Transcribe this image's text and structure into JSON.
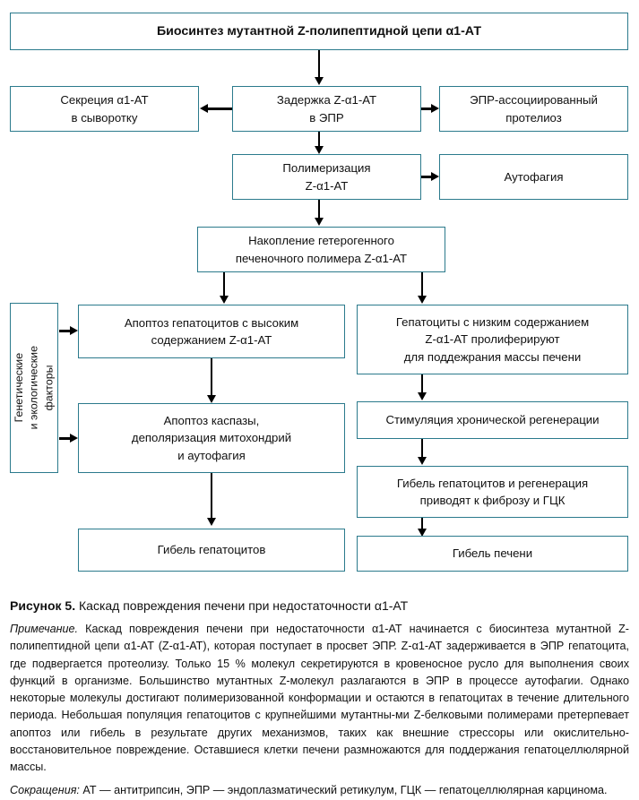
{
  "figure": {
    "label": "Рисунок 5.",
    "title": " Каскад повреждения печени при недостаточности α1-АТ"
  },
  "colors": {
    "box_border": "#2b7a8c",
    "connector": "#000000",
    "text": "#101010",
    "background": "#ffffff"
  },
  "diagram": {
    "nodes": {
      "biosynthesis": "Биосинтез мутантной Z-полипептидной цепи α1-АТ",
      "secretion": "Секреция α1-АТ\nв сыворотку",
      "retention": "Задержка Z-α1-АТ\nв ЭПР",
      "erad": "ЭПР-ассоциированный\nпротелиоз",
      "polymerization": "Полимеризация\nZ-α1-АТ",
      "autophagy": "Аутофагия",
      "accumulation": "Накопление гетерогенного\nпеченочного полимера Z-α1-АТ",
      "factors": "Генетические\nи экологические\nфакторы",
      "apoptosis_high": "Апоптоз гепатоцитов с высоким\nсодержанием Z-α1-АТ",
      "proliferation_low": "Гепатоциты с низким содержанием\nZ-α1-АТ пролиферируют\nдля поддежрания массы печени",
      "caspase": "Апоптоз каспазы,\nдеполяризация митохондрий\nи аутофагия",
      "chronic_regeneration": "Стимуляция хронической регенерации",
      "fibrosis_hcc": "Гибель гепатоцитов и регенерация\nприводят к фиброзу и ГЦК",
      "hepatocyte_death": "Гибель гепатоцитов",
      "liver_death": "Гибель печени"
    }
  },
  "caption": {
    "note_lead": "Примечание.",
    "note_body": " Каскад повреждения печени при недостаточности α1-АТ начинается с биосинтеза мутантной Z-полипептидной цепи α1-АТ (Z-α1-АТ), которая поступает в просвет ЭПР. Z-α1-АТ задерживается в ЭПР гепатоцита, где подвергается протеолизу. Только 15 % молекул секретируются в кровеносное русло для выполнения своих функций в организме. Большинство мутантных Z-молекул разлагаются в ЭПР в процессе аутофагии. Однако некоторые молекулы достигают полимеризованной конформации и остаются в гепатоцитах в течение длительного периода. Небольшая популяция гепатоцитов с крупнейшими мутантны-ми Z-белковыми полимерами претерпевает апоптоз или гибель в результате других механизмов, таких как внешние стрессоры или окислительно-восстановительное повреждение. Оставшиеся клетки печени размножаются для поддержания гепатоцеллюлярной массы.",
    "abbr_lead": "Сокращения:",
    "abbr_body": " АТ — антитрипсин, ЭПР — эндоплазматический ретикулум, ГЦК — гепатоцеллюлярная карцинома."
  }
}
